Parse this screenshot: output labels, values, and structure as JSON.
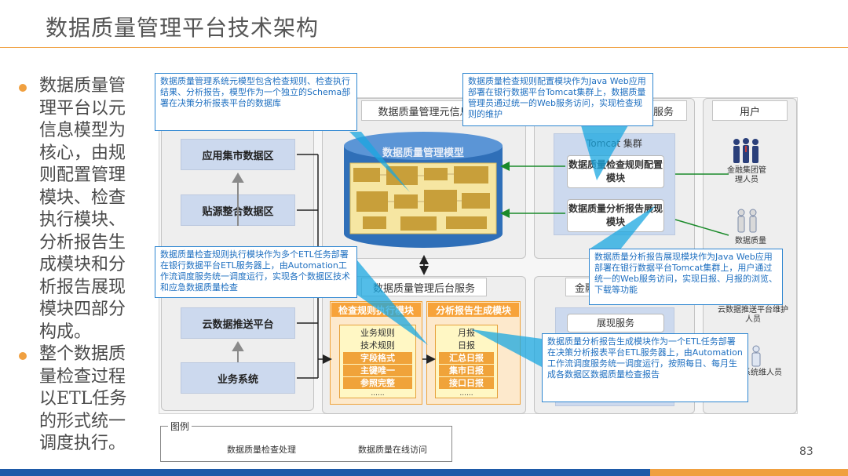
{
  "title": "数据质量管理平台技术架构",
  "bullets": [
    "数据质量管理平台以元信息模型为核心，由规则配置管理模块、检查执行模块、分析报告生成模块和分析报告展现模块四部分构成。",
    "整个数据质量检查过程以ETL任务的形式统一调度执行。"
  ],
  "left_zones": [
    "应用集市数据区",
    "贴源整合数据区",
    "云数据推送平台",
    "业务系统"
  ],
  "meta_panel": {
    "title": "数据质量管理元信息",
    "model_label": "数据质量管理模型"
  },
  "service_panel": {
    "title_partial": "服务",
    "tomcat": "Tomcat 集群",
    "modules": [
      "数据质量检查规则配置模块",
      "数据质量分析报告展现模块"
    ]
  },
  "users_panel": {
    "title": "用户",
    "users": [
      "金融集团管理人员",
      "数据质量",
      "云数据推送平台维护人员",
      "系统维人员"
    ]
  },
  "backend_panel": {
    "title": "数据质量管理后台服务",
    "exec_module": "检查规则执行模块",
    "exec_items": [
      "业务规则",
      "技术规则",
      "字段格式",
      "主键唯一",
      "参照完整",
      "......"
    ],
    "report_module": "分析报告生成模块",
    "report_items": [
      "月报",
      "日报",
      "汇总日报",
      "集市日报",
      "接口日报",
      "......"
    ]
  },
  "finance_panel": {
    "title_partial": "金融",
    "display_service": "展现服务"
  },
  "callouts": [
    "数据质量管理系统元模型包含检查规则、检查执行结果、分析报告，模型作为一个独立的Schema部署在决策分析报表平台的数据库",
    "数据质量检查规则配置模块作为Java Web应用部署在银行数据平台Tomcat集群上，数据质量管理员通过统一的Web服务访问，实现检查规则的维护",
    "数据质量检查规则执行模块作为多个ETL任务部署在银行数据平台ETL服务器上，由Automation工作流调度服务统一调度运行，实现各个数据区技术和应急数据质量检查",
    "数据质量分析报告展现模块作为Java Web应用部署在银行数据平台Tomcat集群上，用户通过统一的Web服务访问，实现日报、月报的浏览、下载等功能",
    "数据质量分析报告生成模块作为一个ETL任务部署在决策分析报表平台ETL服务器上，由Automation工作流调度服务统一调度运行，按照每日、每月生成各数据区数据质量检查报告"
  ],
  "legend": {
    "title": "图例",
    "items": [
      "数据质量检查处理",
      "数据质量在线访问"
    ]
  },
  "page_number": "83",
  "colors": {
    "accent": "#f0a040",
    "callout_blue": "#2e86d1",
    "zone_blue": "#ccd9ee",
    "footer_blue": "#1e5aa8"
  }
}
